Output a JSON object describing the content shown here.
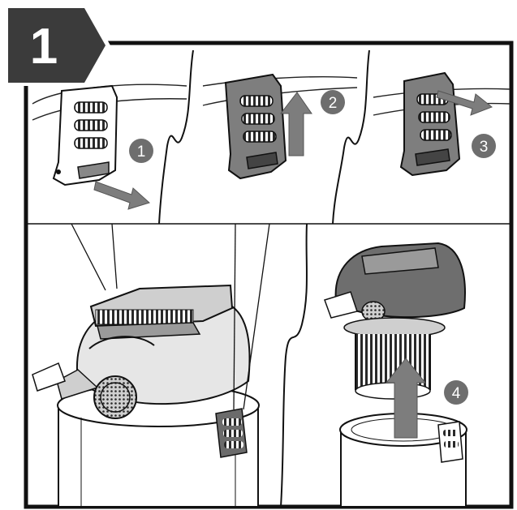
{
  "step_tab": {
    "number": "1"
  },
  "callouts": [
    {
      "id": "callout-1",
      "text": "1"
    },
    {
      "id": "callout-2",
      "text": "2"
    },
    {
      "id": "callout-3",
      "text": "3"
    },
    {
      "id": "callout-4",
      "text": "4"
    }
  ],
  "colors": {
    "tab_fill": "#3b3b3b",
    "callout_fill": "#6e6e6e",
    "arrow_fill": "#7d7d7d",
    "part_fill": "#8a8a8a",
    "line": "#1a1a1a"
  },
  "icons": [
    "clip-icon",
    "arrow-icon",
    "vacuum-icon",
    "filter-icon"
  ]
}
